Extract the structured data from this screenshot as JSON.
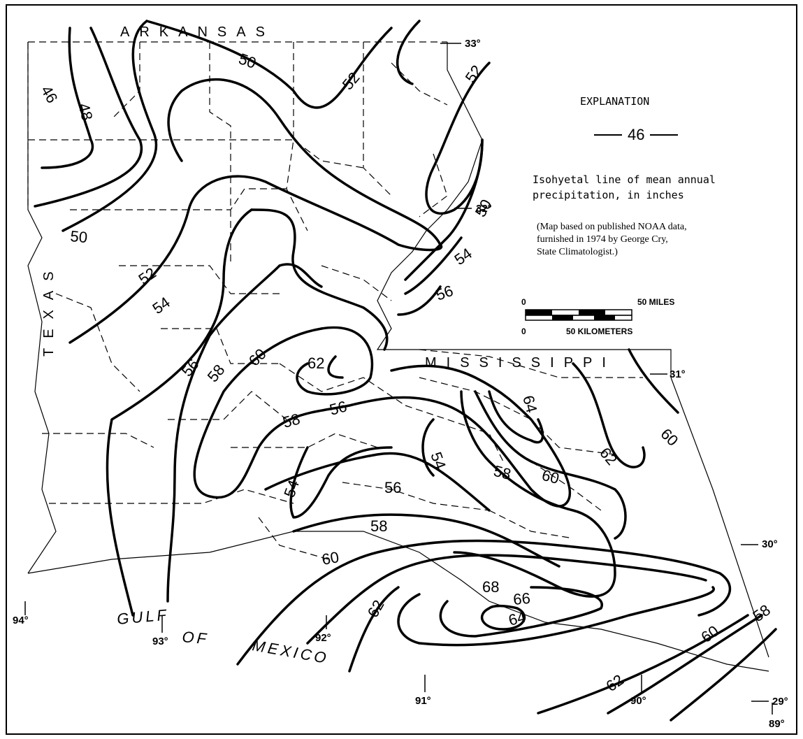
{
  "states": {
    "arkansas": "ARKANSAS",
    "texas": "TEXAS",
    "mississippi": "MISSISSIPPI"
  },
  "water": {
    "gulf": [
      "GULF",
      "OF",
      "MEXICO"
    ]
  },
  "coordinates": {
    "lat_33": "33°",
    "lat_32": "32°",
    "lat_31": "31°",
    "lat_30": "30°",
    "lat_29": "29°",
    "lon_94": "94°",
    "lon_93": "93°",
    "lon_92": "92°",
    "lon_91": "91°",
    "lon_90": "90°",
    "lon_89": "89°"
  },
  "explanation": {
    "title": "EXPLANATION",
    "sample_value": "46",
    "description_line1": "Isohyetal line of mean annual",
    "description_line2": "precipitation, in inches",
    "source_line1": "(Map based on published NOAA data,",
    "source_line2": "furnished in 1974 by George Cry,",
    "source_line3": "State Climatologist.)"
  },
  "scale": {
    "miles_zero": "0",
    "miles_label": "50 MILES",
    "km_zero": "0",
    "km_label": "50 KILOMETERS"
  },
  "isohyet_labels": {
    "l46": "46",
    "l48": "48",
    "l50a": "50",
    "l50b": "50",
    "l50c": "50",
    "l52a": "52",
    "l52b": "52",
    "l52c": "52",
    "l54a": "54",
    "l54b": "54",
    "l54c": "54",
    "l54d": "54",
    "l56a": "56",
    "l56b": "56",
    "l56c": "56",
    "l56d": "56",
    "l58a": "58",
    "l58b": "58",
    "l58c": "58",
    "l58d": "58",
    "l60a": "60",
    "l60b": "60",
    "l60c": "60",
    "l60d": "60",
    "l60e": "60",
    "l62a": "62",
    "l62b": "62",
    "l62c": "62",
    "l62d": "62",
    "l64a": "64",
    "l64b": "64",
    "l66": "66",
    "l68": "68"
  }
}
